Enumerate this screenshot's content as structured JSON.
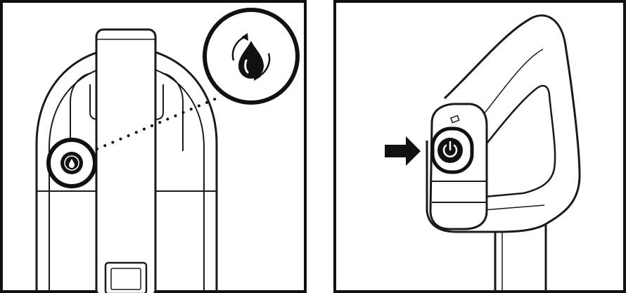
{
  "panels": [
    {
      "id": "water-tank-panel",
      "icons": [
        "water-drop-cycle-icon",
        "tank-release-button-icon",
        "magnifier-callout"
      ]
    },
    {
      "id": "handle-power-panel",
      "icons": [
        "power-button-icon",
        "pointer-arrow-icon",
        "mode-indicator-icon"
      ]
    }
  ],
  "colors": {
    "stroke": "#1a1a1a",
    "fill_dark": "#111111",
    "background": "#ffffff",
    "shade": "#f2f2f2"
  }
}
